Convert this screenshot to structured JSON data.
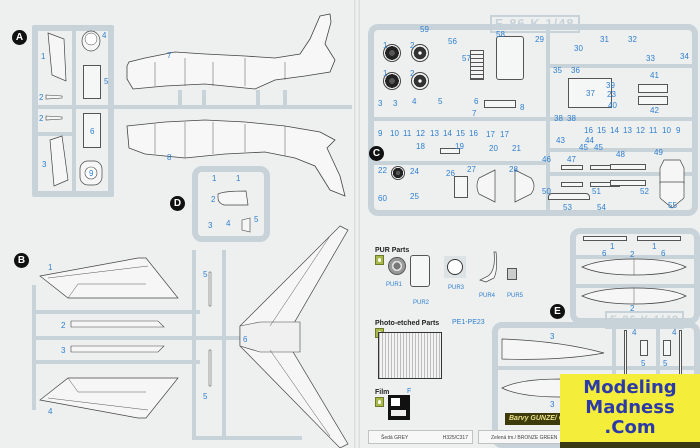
{
  "left_page": {
    "sprue_a": {
      "badge": "A",
      "parts": [
        {
          "num": "1",
          "name": "fin-half"
        },
        {
          "num": "2",
          "name": "small-part"
        },
        {
          "num": "2",
          "name": "small-part"
        },
        {
          "num": "3",
          "name": "fin-half"
        },
        {
          "num": "4",
          "name": "canopy-hood"
        },
        {
          "num": "5",
          "name": "panel"
        },
        {
          "num": "6",
          "name": "panel"
        },
        {
          "num": "9",
          "name": "round-part"
        },
        {
          "num": "7",
          "name": "fuselage-left"
        },
        {
          "num": "8",
          "name": "fuselage-right"
        }
      ]
    },
    "sprue_d": {
      "badge": "D",
      "parts": [
        {
          "num": "1"
        },
        {
          "num": "1"
        },
        {
          "num": "2"
        },
        {
          "num": "3"
        },
        {
          "num": "4"
        },
        {
          "num": "5"
        }
      ]
    },
    "sprue_b": {
      "badge": "B",
      "parts": [
        {
          "num": "1"
        },
        {
          "num": "2"
        },
        {
          "num": "3"
        },
        {
          "num": "4"
        },
        {
          "num": "5"
        },
        {
          "num": "5"
        },
        {
          "num": "6"
        }
      ]
    }
  },
  "right_page": {
    "sprue_c": {
      "badge": "C",
      "title": "F-86 K  1/48",
      "labels": [
        "59",
        "56",
        "58",
        "57",
        "1",
        "2",
        "1",
        "2",
        "3",
        "3",
        "4",
        "5",
        "6",
        "7",
        "8",
        "29",
        "30",
        "31",
        "32",
        "33",
        "34",
        "35",
        "36",
        "37",
        "38",
        "38",
        "39",
        "23",
        "40",
        "41",
        "42",
        "9",
        "10",
        "11",
        "12",
        "13",
        "14",
        "15",
        "16",
        "17",
        "17",
        "18",
        "19",
        "20",
        "21",
        "43",
        "44",
        "45",
        "45",
        "16",
        "15",
        "14",
        "13",
        "12",
        "11",
        "10",
        "9",
        "46",
        "47",
        "48",
        "49",
        "22",
        "24",
        "25",
        "26",
        "27",
        "28",
        "60",
        "50",
        "51",
        "52",
        "53",
        "54",
        "55"
      ]
    },
    "sprue_e": {
      "badge": "E",
      "title": "F-86 K  1/48",
      "labels": [
        "1",
        "1",
        "6",
        "6",
        "2",
        "2",
        "3",
        "3",
        "4",
        "4",
        "5",
        "5"
      ]
    },
    "pur_parts": {
      "heading": "PUR Parts",
      "items": [
        "PUR1",
        "PUR2",
        "PUR3",
        "PUR4",
        "PUR5"
      ]
    },
    "photo_etched": {
      "heading": "Photo-etched Parts",
      "range": "PE1-PE23"
    },
    "film": {
      "heading": "Film",
      "code": "F"
    },
    "colors": {
      "bar": "Barvy GUNZE/ GUNZE Colour No.",
      "rows": [
        {
          "label": "Šedá GREY",
          "code": "H325/C317"
        },
        {
          "label": "Zelená tm./ BRONZE GREEN",
          "code": ""
        }
      ]
    }
  },
  "watermark": {
    "line1": "Modeling",
    "line2": "Madness",
    "line3": ".Com",
    "bg_color": "#f4ed3a",
    "text_color": "#2b3aa8"
  }
}
